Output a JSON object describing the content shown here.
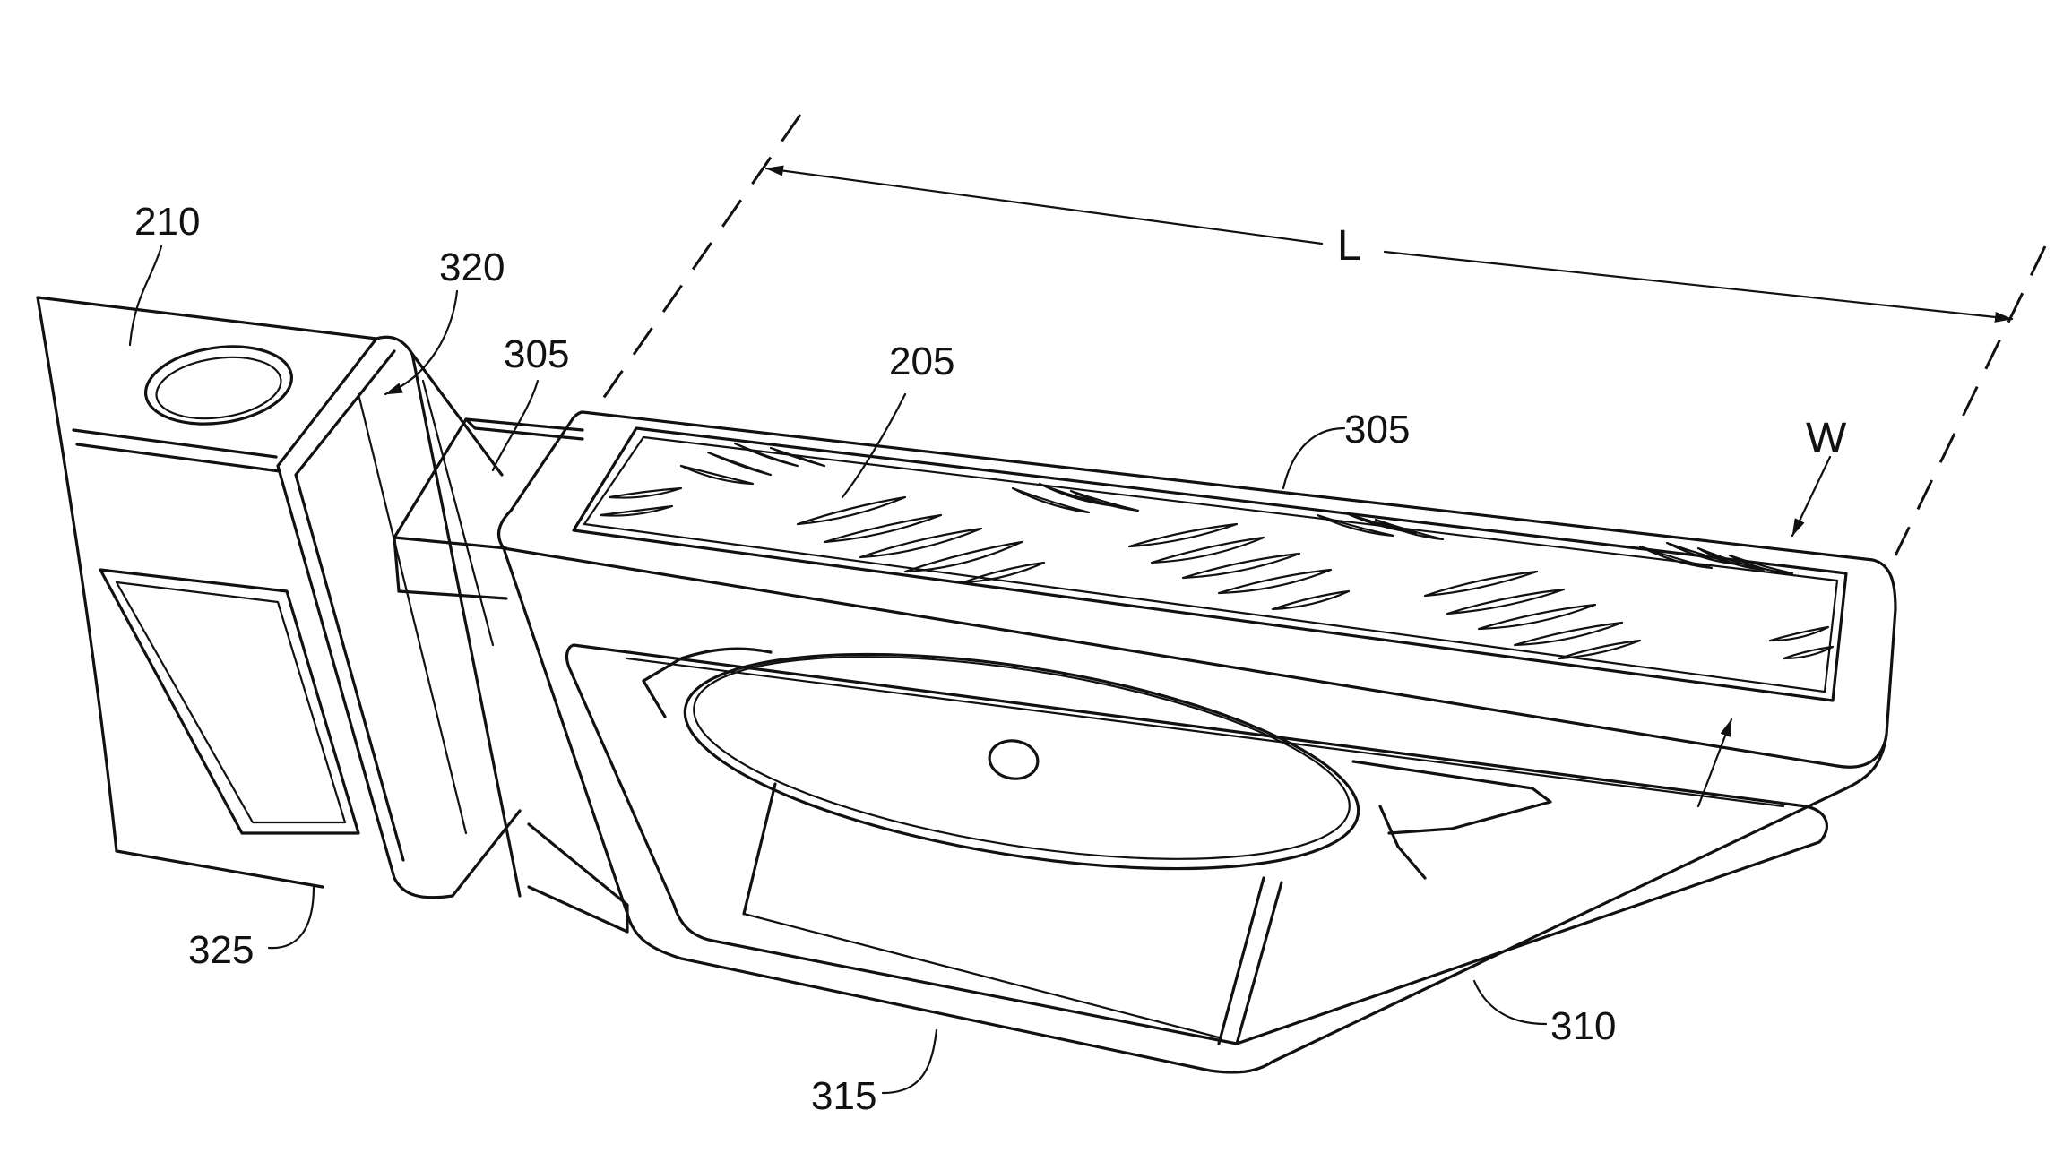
{
  "figure": {
    "labels": {
      "base_210": "210",
      "channel_320": "320",
      "beam_305_left": "305",
      "beam_305_right": "305",
      "plate_205": "205",
      "base_325": "325",
      "bracket_315": "315",
      "bracket_310": "310",
      "length_L": "L",
      "width_W": "W"
    }
  }
}
